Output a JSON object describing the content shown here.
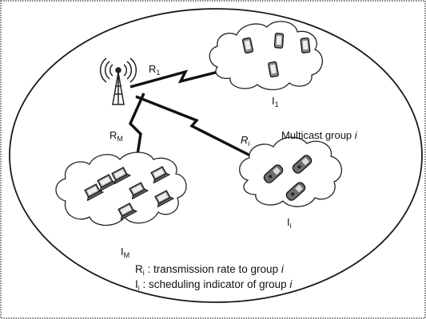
{
  "colors": {
    "ink": "#1a1a1a",
    "cloud_fill": "#ffffff",
    "device_fill": "#888888",
    "phone_fill": "#6e6e6e"
  },
  "labels": {
    "rate_1": {
      "main": "R",
      "sub": "1"
    },
    "rate_m": {
      "main": "R",
      "sub": "M"
    },
    "rate_i": {
      "main": "R",
      "sub": "i"
    },
    "indicator_1": {
      "main": "I",
      "sub": "1"
    },
    "indicator_m": {
      "main": "I",
      "sub": "M"
    },
    "indicator_i": {
      "main": "I",
      "sub": "i"
    },
    "multicast_group": {
      "text": "Multicast group ",
      "var": "i"
    }
  },
  "legend": [
    {
      "main": "R",
      "sub": "i",
      "text": " : transmission rate to group ",
      "var": "i"
    },
    {
      "main": "I",
      "sub": "i",
      "text": " : scheduling indicator of group ",
      "var": "i"
    }
  ],
  "icons": {
    "antenna": "radio-tower-icon",
    "group_1_device": "smartphone-icon",
    "group_m_device": "laptop-icon",
    "group_i_device": "mobile-phone-icon"
  }
}
